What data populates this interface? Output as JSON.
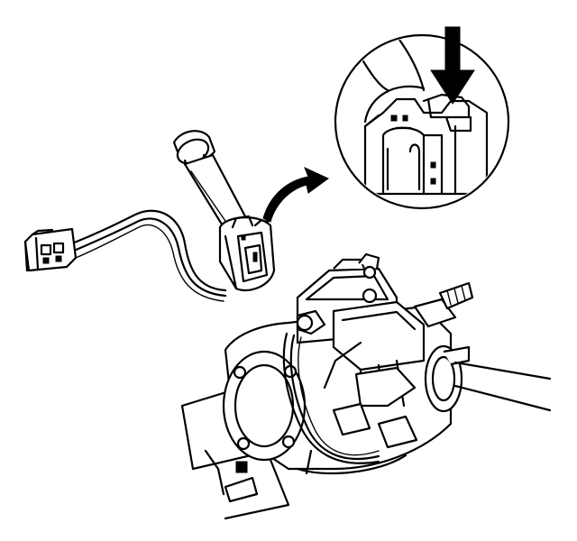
{
  "figure": {
    "components": [
      {
        "name": "multifunction-switch-lever",
        "shown": true
      },
      {
        "name": "wiring-harness-connector",
        "shown": true
      },
      {
        "name": "steering-column-assembly",
        "shown": true
      },
      {
        "name": "detail-magnifier-view",
        "shown": true
      },
      {
        "name": "locking-tab-press-arrow",
        "shown": true
      },
      {
        "name": "detail-callout-arrow",
        "shown": true
      }
    ],
    "colors": {
      "line": "#000000",
      "background": "#ffffff"
    }
  }
}
